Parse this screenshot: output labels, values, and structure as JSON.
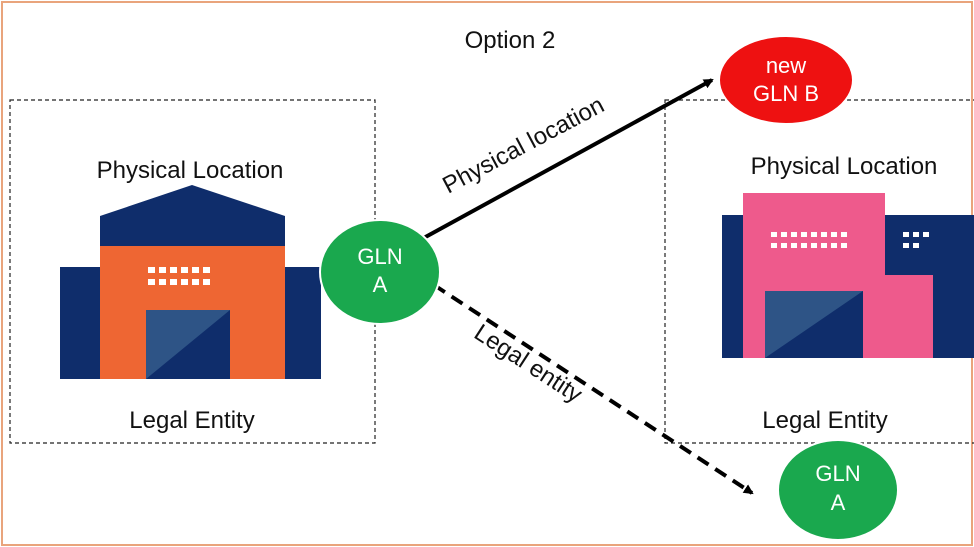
{
  "title": "Option 2",
  "colors": {
    "frame": "#E9A47C",
    "navy": "#0F2D6B",
    "orange": "#EE6633",
    "pink": "#EE5A8C",
    "door": "#2E5486",
    "green": "#1AA84E",
    "red": "#EE1111"
  },
  "left_box": {
    "top_label": "Physical Location",
    "bottom_label": "Legal Entity"
  },
  "right_box": {
    "top_label": "Physical Location",
    "bottom_label": "Legal Entity"
  },
  "nodes": {
    "gln_a_source": {
      "line1": "GLN",
      "line2": "A"
    },
    "gln_b_new": {
      "line1": "new",
      "line2": "GLN B"
    },
    "gln_a_target": {
      "line1": "GLN",
      "line2": "A"
    }
  },
  "edges": {
    "physical": {
      "label": "Physical location",
      "style": "solid"
    },
    "legal": {
      "label": "Legal entity",
      "style": "dashed"
    }
  }
}
